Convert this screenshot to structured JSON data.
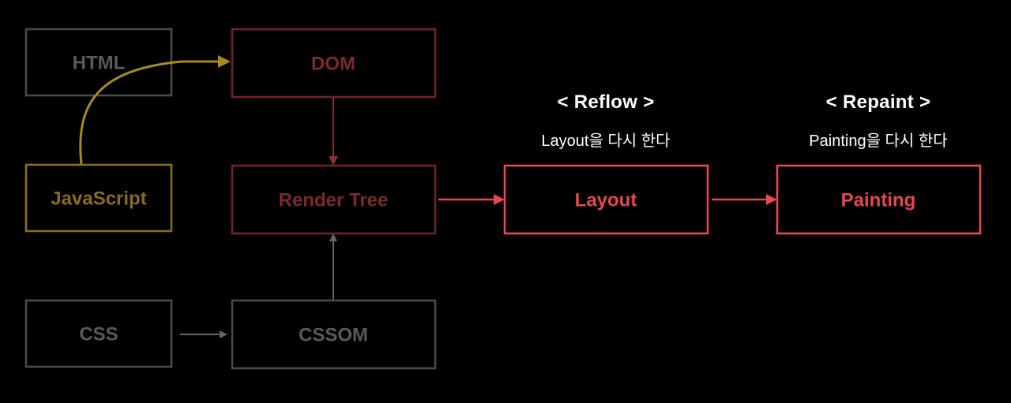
{
  "colors": {
    "background": "#000000",
    "dim_gray": "#4a4a4a",
    "dim_gray_text": "#5a5a5a",
    "dim_red": "#7a2a2e",
    "dim_red_text": "#7a2a2e",
    "gold": "#8a6c1e",
    "gold_arrow": "#a8891f",
    "bright_red": "#e5484d",
    "white": "#ffffff"
  },
  "nodes": {
    "html": {
      "label": "HTML"
    },
    "dom": {
      "label": "DOM"
    },
    "javascript": {
      "label": "JavaScript"
    },
    "render_tree": {
      "label": "Render Tree"
    },
    "css": {
      "label": "CSS"
    },
    "cssom": {
      "label": "CSSOM"
    },
    "layout": {
      "label": "Layout"
    },
    "painting": {
      "label": "Painting"
    }
  },
  "captions": {
    "reflow": {
      "title": "< Reflow >",
      "subtitle": "Layout을 다시 한다"
    },
    "repaint": {
      "title": "< Repaint >",
      "subtitle": "Painting을 다시 한다"
    }
  }
}
